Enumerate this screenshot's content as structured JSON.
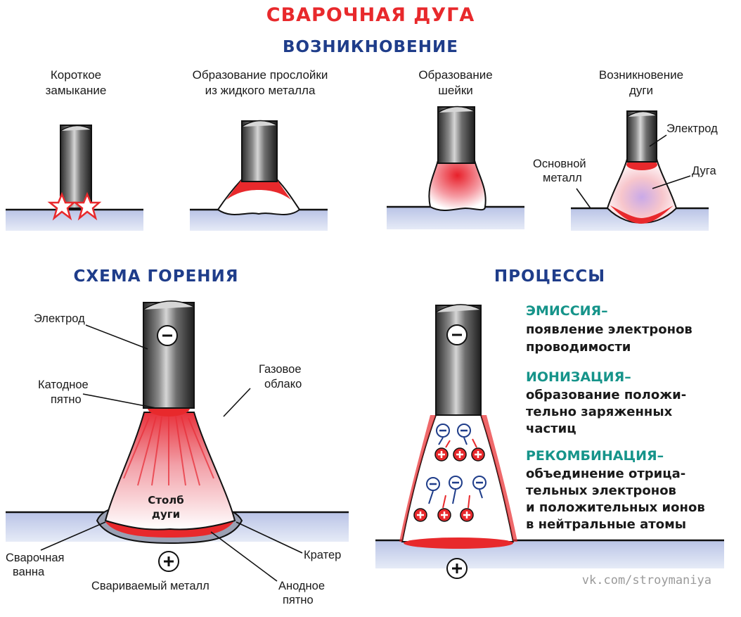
{
  "title": "СВАРОЧНАЯ ДУГА",
  "subtitle": "ВОЗНИКНОВЕНИЕ",
  "stages": [
    {
      "line1": "Короткое",
      "line2": "замыкание"
    },
    {
      "line1": "Образование прослойки",
      "line2": "из жидкого металла"
    },
    {
      "line1": "Образование",
      "line2": "шейки"
    },
    {
      "line1": "Возникновение",
      "line2": "дуги"
    }
  ],
  "stage4_labels": {
    "electrode": "Электрод",
    "base_metal_1": "Основной",
    "base_metal_2": "металл",
    "arc": "Дуга"
  },
  "burning": {
    "title": "СХЕМА ГОРЕНИЯ",
    "electrode": "Электрод",
    "cathode_1": "Катодное",
    "cathode_2": "пятно",
    "gas_1": "Газовое",
    "gas_2": "облако",
    "column_1": "Столб",
    "column_2": "дуги",
    "pool_1": "Сварочная",
    "pool_2": "ванна",
    "crater": "Кратер",
    "metal": "Свариваемый  металл",
    "anode_1": "Анодное",
    "anode_2": "пятно"
  },
  "processes": {
    "title": "ПРОЦЕССЫ",
    "items": [
      {
        "term": "ЭМИССИЯ–",
        "lines": [
          "появление электронов",
          "проводимости"
        ]
      },
      {
        "term": "ИОНИЗАЦИЯ–",
        "lines": [
          "образование положи-",
          "тельно заряженных",
          "частиц"
        ]
      },
      {
        "term": "РЕКОМБИНАЦИЯ–",
        "lines": [
          "объединение отрица-",
          "тельных электронов",
          "и положительных ионов",
          "в нейтральные атомы"
        ]
      }
    ]
  },
  "watermark": "vk.com/stroymaniya",
  "colors": {
    "title": "#e8292c",
    "heading": "#1f3d8a",
    "term": "#16948a",
    "metal": "#c9d2ec",
    "molten": "#e8292c"
  }
}
